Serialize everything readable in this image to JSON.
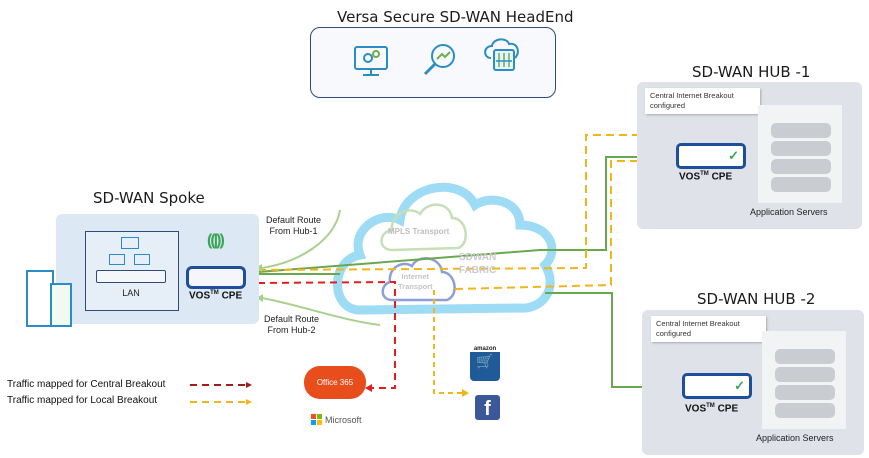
{
  "headend": {
    "title": "Versa Secure SD-WAN HeadEnd",
    "icons": [
      "monitor-gears-icon",
      "magnifier-trend-icon",
      "cloud-firewall-icon"
    ]
  },
  "hub1": {
    "title": "SD-WAN HUB -1",
    "note": "Central Internet  Breakout configured",
    "cpe_label": "VOS",
    "cpe_sup": "TM",
    "cpe_suffix": " CPE",
    "servers_label": "Application Servers"
  },
  "hub2": {
    "title": "SD-WAN HUB -2",
    "note": "Central Internet  Breakout configured",
    "cpe_label": "VOS",
    "cpe_sup": "TM",
    "cpe_suffix": " CPE",
    "servers_label": "Application Servers"
  },
  "spoke": {
    "title": "SD-WAN Spoke",
    "lan_label": "LAN",
    "cpe_label": "VOS",
    "cpe_sup": "TM",
    "cpe_suffix": " CPE"
  },
  "routes": {
    "hub1": "Default Route From Hub-1",
    "hub1_line1": "Default Route",
    "hub1_line2": "From Hub-1",
    "hub2_line1": "Default Route",
    "hub2_line2": "From Hub-2"
  },
  "fabric": {
    "label_line1": "SDWAN",
    "label_line2": "FABRIC",
    "mpls": "MPLS Transport",
    "internet_line1": "Internet",
    "internet_line2": "Transport"
  },
  "services": {
    "office": "Office 365",
    "microsoft": "Microsoft",
    "amazon": "amazon"
  },
  "legend": {
    "central": "Traffic mapped for Central Breakout",
    "local": "Traffic mapped for Local Breakout"
  },
  "colors": {
    "central_breakout": "#a31c1c",
    "local_breakout": "#f2b519",
    "mpls_link": "#6aa84f",
    "cloud": "#9ddcf4",
    "device": "#1f4e9c",
    "red_path": "#e0201c"
  }
}
